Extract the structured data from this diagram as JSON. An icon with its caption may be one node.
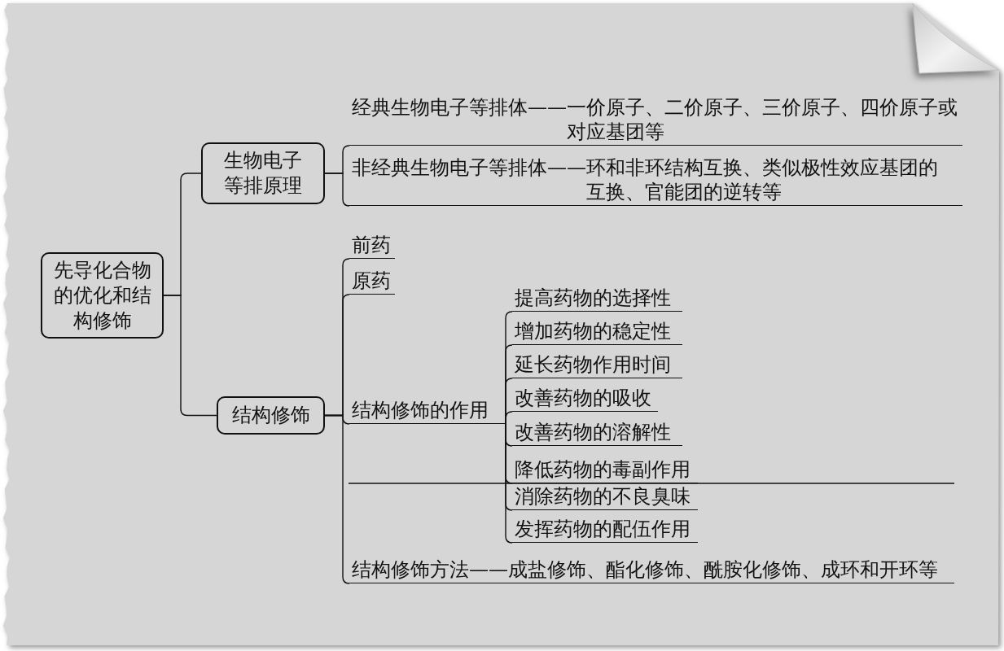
{
  "diagram": {
    "nodes": [
      {
        "text": [
          "先导化合物的优化和结构修饰"
        ]
      },
      {
        "text": [
          "生物电子等排原理"
        ]
      },
      {
        "text": [
          "经典生物电子等排体——一价原子、二价原子、三价原子、四价原子或对应基团等"
        ]
      },
      {
        "text": [
          "非经典生物电子等排体——环和非环结构互换、类似极性效应基团的互换、官能团的逆转等"
        ]
      },
      {
        "text": [
          "结构修饰"
        ]
      },
      {
        "text": [
          "前药"
        ]
      },
      {
        "text": [
          "原药"
        ]
      },
      {
        "text": [
          "结构修饰的作用"
        ]
      },
      {
        "text": [
          "提高药物的选择性"
        ]
      },
      {
        "text": [
          "增加药物的稳定性"
        ]
      },
      {
        "text": [
          "延长药物作用时间"
        ]
      },
      {
        "text": [
          "改善药物的吸收"
        ]
      },
      {
        "text": [
          "改善药物的溶解性"
        ]
      },
      {
        "text": [
          "降低药物的毒副作用"
        ]
      },
      {
        "text": [
          "消除药物的不良臭味"
        ]
      },
      {
        "text": [
          "发挥药物的配伍作用"
        ]
      },
      {
        "text": [
          "结构修饰方法——成盐修饰、酯化修饰、酰胺化修饰、成环和开环等"
        ]
      }
    ],
    "edges": [
      {
        "from": 0,
        "to": 1,
        "arrow": "none"
      },
      {
        "from": 0,
        "to": 4,
        "arrow": "none"
      },
      {
        "from": 1,
        "to": 2,
        "arrow": "none"
      },
      {
        "from": 1,
        "to": 3,
        "arrow": "none"
      },
      {
        "from": 4,
        "to": 5,
        "arrow": "none"
      },
      {
        "from": 4,
        "to": 6,
        "arrow": "none"
      },
      {
        "from": 4,
        "to": 7,
        "arrow": "none"
      },
      {
        "from": 4,
        "to": 16,
        "arrow": "none"
      },
      {
        "from": 7,
        "to": 8,
        "arrow": "none"
      },
      {
        "from": 7,
        "to": 9,
        "arrow": "none"
      },
      {
        "from": 7,
        "to": 10,
        "arrow": "none"
      },
      {
        "from": 7,
        "to": 11,
        "arrow": "none"
      },
      {
        "from": 7,
        "to": 12,
        "arrow": "none"
      },
      {
        "from": 7,
        "to": 13,
        "arrow": "none"
      },
      {
        "from": 7,
        "to": 14,
        "arrow": "none"
      },
      {
        "from": 7,
        "to": 15,
        "arrow": "none"
      }
    ]
  }
}
